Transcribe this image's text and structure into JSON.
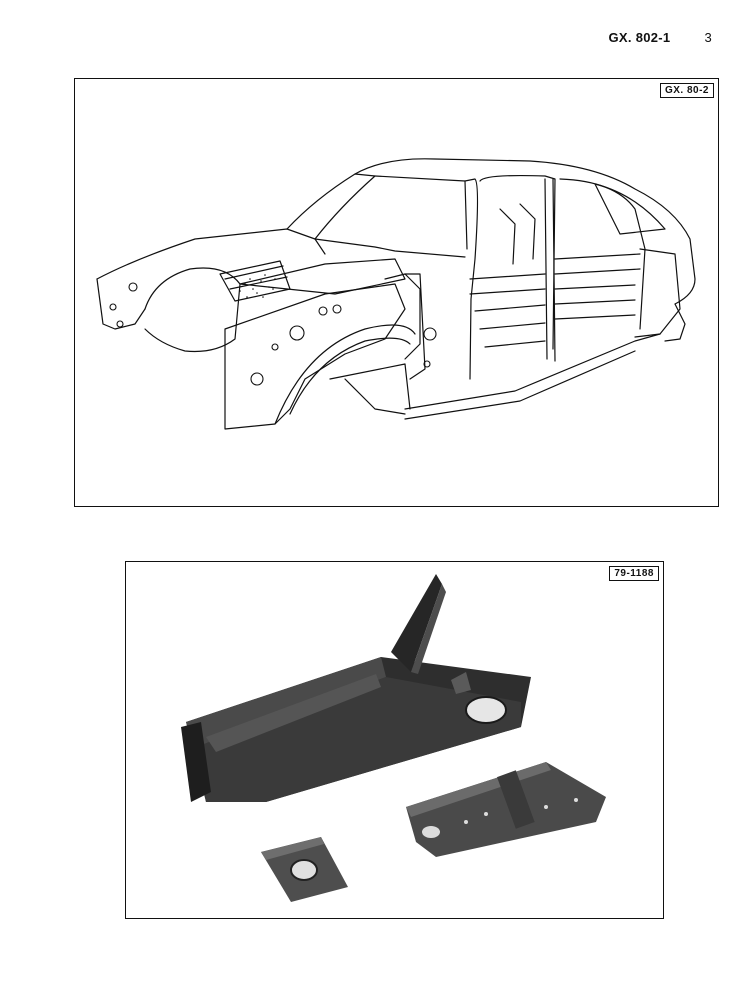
{
  "header": {
    "doc_ref": "GX. 802-1",
    "page_number": "3"
  },
  "figures": [
    {
      "tag": "GX. 80-2",
      "subject": "car-body-shell-line-drawing"
    },
    {
      "tag": "79-1188",
      "subject": "body-panel-parts-photograph"
    }
  ],
  "colors": {
    "ink": "#111111",
    "metal_dark": "#2e2e2e",
    "metal_mid": "#4a4a4a",
    "metal_light": "#6b6b6b"
  }
}
